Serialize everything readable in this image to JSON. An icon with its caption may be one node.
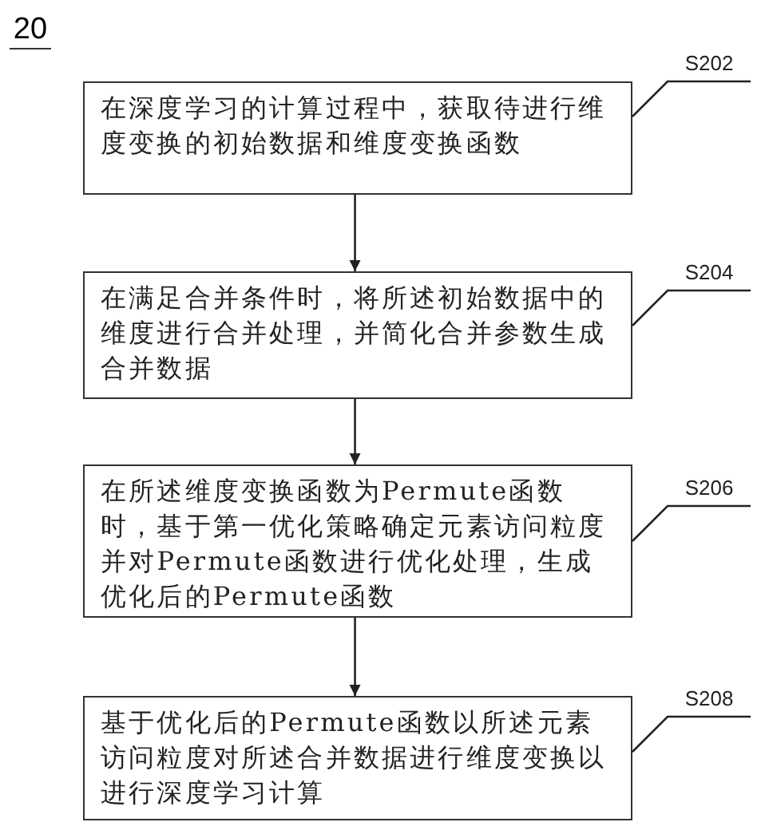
{
  "diagram": {
    "nodes": [
      {
        "text": [
          "在深度学习的计算过程中，获取待进行维度变换的初始数据和维度变换函数"
        ]
      },
      {
        "text": [
          "S202"
        ]
      },
      {
        "text": [
          "在满足合并条件时，将所述初始数据中的维度进行合并处理，并简化合并参数生成合并数据"
        ]
      },
      {
        "text": [
          "S204"
        ]
      },
      {
        "text": [
          "在所述维度变换函数为Permute函数时，基于第一优化策略确定元素访问粒度并对Permute函数进行优化处理，生成优化后的Permute函数"
        ]
      },
      {
        "text": [
          "S206"
        ]
      },
      {
        "text": [
          "基于优化后的Permute函数以所述元素访问粒度对所述合并数据进行维度变换以进行深度学习计算"
        ]
      },
      {
        "text": [
          "S208"
        ]
      }
    ],
    "edges": [
      {
        "from": 0,
        "to": 2,
        "arrow": "to"
      },
      {
        "from": 2,
        "to": 4,
        "arrow": "to"
      },
      {
        "from": 4,
        "to": 6,
        "arrow": "to"
      },
      {
        "from": 1,
        "to": 0,
        "arrow": "none"
      },
      {
        "from": 3,
        "to": 2,
        "arrow": "none"
      },
      {
        "from": 5,
        "to": 4,
        "arrow": "none"
      },
      {
        "from": 7,
        "to": 6,
        "arrow": "none"
      }
    ],
    "labels": [
      "20"
    ]
  }
}
